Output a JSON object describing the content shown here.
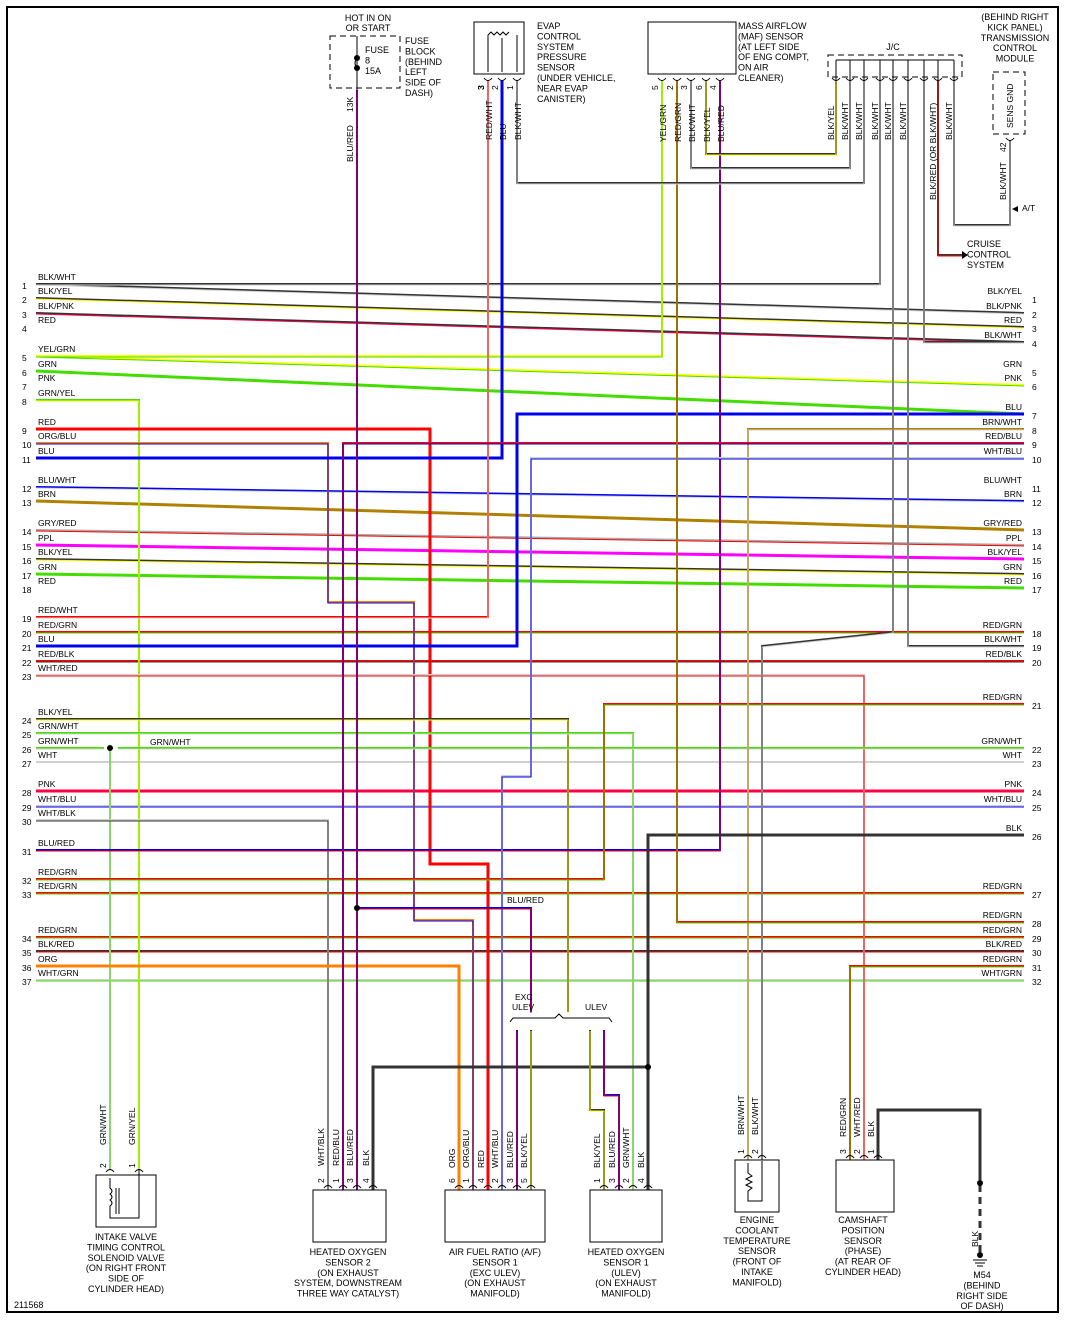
{
  "diagram_id": "211568",
  "colors": {
    "BLK": "#333333",
    "WHT": "#d0d0d0",
    "RED": "#ff0000",
    "GRN": "#44dd00",
    "BLU": "#0000ee",
    "YEL": "#ffff00",
    "PNK": "#ff0044",
    "BRN": "#b08000",
    "ORG": "#ff8000",
    "PPL": "#ff00ff",
    "GRY": "#aaaaaa"
  },
  "left_wires": [
    {
      "n": "1",
      "label": "BLK/WHT"
    },
    {
      "n": "2",
      "label": "BLK/YEL"
    },
    {
      "n": "3",
      "label": "BLK/PNK"
    },
    {
      "n": "4",
      "label": "RED"
    },
    {
      "n": "5",
      "label": "YEL/GRN"
    },
    {
      "n": "6",
      "label": "GRN"
    },
    {
      "n": "7",
      "label": "PNK"
    },
    {
      "n": "8",
      "label": "GRN/YEL"
    },
    {
      "n": "9",
      "label": "RED"
    },
    {
      "n": "10",
      "label": "ORG/BLU"
    },
    {
      "n": "11",
      "label": "BLU"
    },
    {
      "n": "12",
      "label": "BLU/WHT"
    },
    {
      "n": "13",
      "label": "BRN"
    },
    {
      "n": "14",
      "label": "GRY/RED"
    },
    {
      "n": "15",
      "label": "PPL"
    },
    {
      "n": "16",
      "label": "BLK/YEL"
    },
    {
      "n": "17",
      "label": "GRN"
    },
    {
      "n": "18",
      "label": "RED"
    },
    {
      "n": "19",
      "label": "RED/WHT"
    },
    {
      "n": "20",
      "label": "RED/GRN"
    },
    {
      "n": "21",
      "label": "BLU"
    },
    {
      "n": "22",
      "label": "RED/BLK"
    },
    {
      "n": "23",
      "label": "WHT/RED"
    },
    {
      "n": "24",
      "label": "BLK/YEL"
    },
    {
      "n": "25",
      "label": "GRN/WHT"
    },
    {
      "n": "26",
      "label": "GRN/WHT"
    },
    {
      "n": "27",
      "label": "WHT"
    },
    {
      "n": "28",
      "label": "PNK"
    },
    {
      "n": "29",
      "label": "WHT/BLU"
    },
    {
      "n": "30",
      "label": "WHT/BLK"
    },
    {
      "n": "31",
      "label": "BLU/RED"
    },
    {
      "n": "32",
      "label": "RED/GRN"
    },
    {
      "n": "33",
      "label": "RED/GRN"
    },
    {
      "n": "34",
      "label": "RED/GRN"
    },
    {
      "n": "35",
      "label": "BLK/RED"
    },
    {
      "n": "36",
      "label": "ORG"
    },
    {
      "n": "37",
      "label": "WHT/GRN"
    }
  ],
  "right_wires": [
    {
      "n": "1",
      "label": "BLK/YEL"
    },
    {
      "n": "2",
      "label": "BLK/PNK"
    },
    {
      "n": "3",
      "label": "RED"
    },
    {
      "n": "4",
      "label": "BLK/WHT"
    },
    {
      "n": "5",
      "label": "GRN"
    },
    {
      "n": "6",
      "label": "PNK"
    },
    {
      "n": "7",
      "label": "BLU"
    },
    {
      "n": "8",
      "label": "BRN/WHT"
    },
    {
      "n": "9",
      "label": "RED/BLU"
    },
    {
      "n": "10",
      "label": "WHT/BLU"
    },
    {
      "n": "11",
      "label": "BLU/WHT"
    },
    {
      "n": "12",
      "label": "BRN"
    },
    {
      "n": "13",
      "label": "GRY/RED"
    },
    {
      "n": "14",
      "label": "PPL"
    },
    {
      "n": "15",
      "label": "BLK/YEL"
    },
    {
      "n": "16",
      "label": "GRN"
    },
    {
      "n": "17",
      "label": "RED"
    },
    {
      "n": "18",
      "label": "RED/GRN"
    },
    {
      "n": "19",
      "label": "BLK/WHT"
    },
    {
      "n": "20",
      "label": "RED/BLK"
    },
    {
      "n": "21",
      "label": "RED/GRN"
    },
    {
      "n": "22",
      "label": "GRN/WHT"
    },
    {
      "n": "23",
      "label": "WHT"
    },
    {
      "n": "24",
      "label": "PNK"
    },
    {
      "n": "25",
      "label": "WHT/BLU"
    },
    {
      "n": "26",
      "label": "BLK"
    },
    {
      "n": "27",
      "label": "RED/GRN"
    },
    {
      "n": "28",
      "label": "RED/GRN"
    },
    {
      "n": "29",
      "label": "RED/GRN"
    },
    {
      "n": "30",
      "label": "BLK/RED"
    },
    {
      "n": "31",
      "label": "RED/GRN"
    },
    {
      "n": "32",
      "label": "WHT/GRN"
    }
  ],
  "components": {
    "fuse": {
      "header": [
        "HOT IN ON",
        "OR START"
      ],
      "inner": [
        "FUSE",
        "8",
        "15A"
      ],
      "caption": [
        "FUSE",
        "BLOCK",
        "(BEHIND",
        "LEFT",
        "SIDE OF",
        "DASH)"
      ],
      "pin": "13K",
      "wire": "BLU/RED"
    },
    "evap": {
      "caption": [
        "EVAP",
        "CONTROL",
        "SYSTEM",
        "PRESSURE",
        "SENSOR",
        "(UNDER VEHICLE,",
        "NEAR EVAP",
        "CANISTER)"
      ],
      "pins": [
        {
          "n": "3",
          "wire": "RED/WHT"
        },
        {
          "n": "2",
          "wire": "BLU"
        },
        {
          "n": "1",
          "wire": "BLK/WHT"
        }
      ]
    },
    "maf": {
      "caption": [
        "MASS AIRFLOW",
        "(MAF) SENSOR",
        "(AT LEFT SIDE",
        "OF ENG COMPT,",
        "ON AIR",
        "CLEANER)"
      ],
      "pins": [
        {
          "n": "5",
          "wire": "YEL/GRN"
        },
        {
          "n": "2",
          "wire": "RED/GRN"
        },
        {
          "n": "3",
          "wire": "BLK/WHT"
        },
        {
          "n": "6",
          "wire": "BLK/YEL"
        },
        {
          "n": "4",
          "wire": "BLU/RED"
        }
      ]
    },
    "jc": {
      "title": "J/C",
      "wires": [
        "BLK/YEL",
        "BLK/WHT",
        "BLK/WHT",
        "BLK/WHT",
        "BLK/WHT",
        "BLK/WHT",
        "BLK/RED (OR BLK/WHT)",
        "BLK/WHT"
      ]
    },
    "tcm": {
      "caption": [
        "(BEHIND RIGHT",
        "KICK PANEL)",
        "TRANSMISSION",
        "CONTROL",
        "MODULE"
      ],
      "inner": "SENS GND",
      "pin": "42",
      "wire": "BLK/WHT",
      "note": "A/T"
    },
    "cruise": {
      "caption": [
        "CRUISE",
        "CONTROL",
        "SYSTEM"
      ]
    },
    "splice_label": "GRN/WHT",
    "blu_red_label": "BLU/RED",
    "exc_ulev": [
      "EXC",
      "ULEV"
    ],
    "ulev": "ULEV",
    "ivtc": {
      "caption": [
        "INTAKE VALVE",
        "TIMING CONTROL",
        "SOLENOID VALVE",
        "(ON RIGHT FRONT",
        "SIDE OF",
        "CYLINDER HEAD)"
      ],
      "pins": [
        {
          "n": "2",
          "wire": "GRN/WHT"
        },
        {
          "n": "1",
          "wire": "GRN/YEL"
        }
      ]
    },
    "ho2s2": {
      "caption": [
        "HEATED OXYGEN",
        "SENSOR 2",
        "(ON EXHAUST",
        "SYSTEM, DOWNSTREAM",
        "THREE WAY CATALYST)"
      ],
      "pins": [
        {
          "n": "2",
          "wire": "WHT/BLK"
        },
        {
          "n": "1",
          "wire": "RED/BLU"
        },
        {
          "n": "3",
          "wire": "BLU/RED"
        },
        {
          "n": "4",
          "wire": "BLK"
        }
      ]
    },
    "afs1": {
      "caption": [
        "AIR FUEL RATIO (A/F)",
        "SENSOR 1",
        "(EXC ULEV)",
        "(ON EXHAUST",
        "MANIFOLD)"
      ],
      "pins": [
        {
          "n": "6",
          "wire": "ORG"
        },
        {
          "n": "1",
          "wire": "ORG/BLU"
        },
        {
          "n": "4",
          "wire": "RED"
        },
        {
          "n": "2",
          "wire": "WHT/BLU"
        },
        {
          "n": "3",
          "wire": "BLU/RED"
        },
        {
          "n": "5",
          "wire": "BLK/YEL"
        }
      ]
    },
    "ho2s1": {
      "caption": [
        "HEATED OXYGEN",
        "SENSOR 1",
        "(ULEV)",
        "(ON EXHAUST",
        "MANIFOLD)"
      ],
      "pins": [
        {
          "n": "1",
          "wire": "BLK/YEL"
        },
        {
          "n": "3",
          "wire": "BLU/RED"
        },
        {
          "n": "2",
          "wire": "GRN/WHT"
        },
        {
          "n": "4",
          "wire": "BLK"
        }
      ]
    },
    "ect": {
      "caption": [
        "ENGINE",
        "COOLANT",
        "TEMPERATURE",
        "SENSOR",
        "(FRONT OF",
        "INTAKE",
        "MANIFOLD)"
      ],
      "pins": [
        {
          "n": "1",
          "wire": "BRN/WHT"
        },
        {
          "n": "2",
          "wire": "BLK/WHT"
        }
      ]
    },
    "cmp": {
      "caption": [
        "CAMSHAFT",
        "POSITION",
        "SENSOR",
        "(PHASE)",
        "(AT REAR OF",
        "CYLINDER HEAD)"
      ],
      "pins": [
        {
          "n": "3",
          "wire": "RED/GRN"
        },
        {
          "n": "2",
          "wire": "WHT/RED"
        },
        {
          "n": "1",
          "wire": "BLK"
        }
      ]
    },
    "ground": {
      "wire": "BLK",
      "caption": [
        "M54",
        "(BEHIND",
        "RIGHT SIDE",
        "OF DASH)"
      ]
    }
  }
}
